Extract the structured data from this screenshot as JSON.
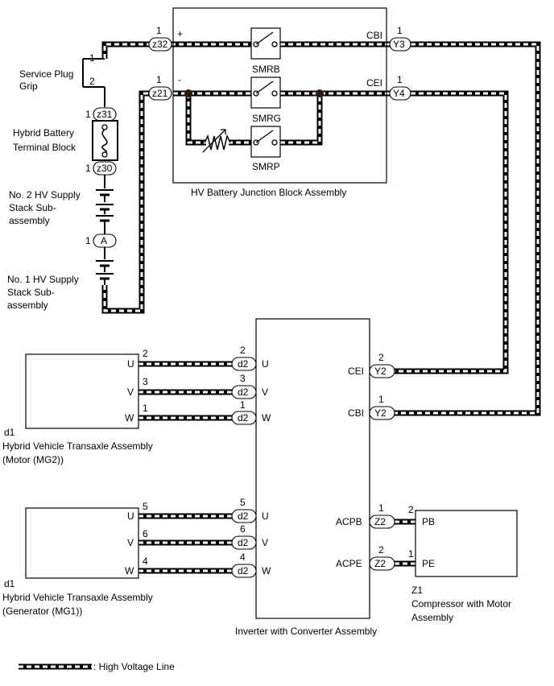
{
  "blocks": {
    "junction_block": "HV Battery Junction Block Assembly",
    "inverter": "Inverter with Converter Assembly",
    "motor_mg2_code": "d1",
    "motor_mg2_line1": "Hybrid Vehicle Transaxle Assembly",
    "motor_mg2_line2": "(Motor (MG2))",
    "generator_mg1_code": "d1",
    "generator_mg1_line1": "Hybrid Vehicle Transaxle Assembly",
    "generator_mg1_line2": "(Generator (MG1))",
    "compressor_code": "Z1",
    "compressor_line1": "Compressor with Motor",
    "compressor_line2": "Assembly"
  },
  "left_labels": {
    "service_plug_line1": "Service Plug",
    "service_plug_line2": "Grip",
    "terminal_block_line1": "Hybrid Battery",
    "terminal_block_line2": "Terminal Block",
    "stack2_line1": "No. 2 HV Supply",
    "stack2_line2": "Stack Sub-",
    "stack2_line3": "assembly",
    "stack1_line1": "No. 1 HV Supply",
    "stack1_line2": "Stack Sub-",
    "stack1_line3": "assembly"
  },
  "relays": [
    "SMRB",
    "SMRG",
    "SMRP"
  ],
  "connectors": {
    "z32": "z32",
    "z21": "z21",
    "z31": "z31",
    "z30": "z30",
    "A": "A",
    "y3": "Y3",
    "y4": "Y4",
    "y2": "Y2",
    "z2": "Z2",
    "d2": "d2"
  },
  "terminals": {
    "cbi": "CBI",
    "cei": "CEI",
    "acpb": "ACPB",
    "acpe": "ACPE",
    "pb": "PB",
    "pe": "PE",
    "u": "U",
    "v": "V",
    "w": "W",
    "plus": "+",
    "minus": "-"
  },
  "pins": {
    "one": "1",
    "two": "2",
    "three": "3",
    "four": "4",
    "five": "5",
    "six": "6"
  },
  "legend": {
    "text": ": High Voltage Line"
  }
}
